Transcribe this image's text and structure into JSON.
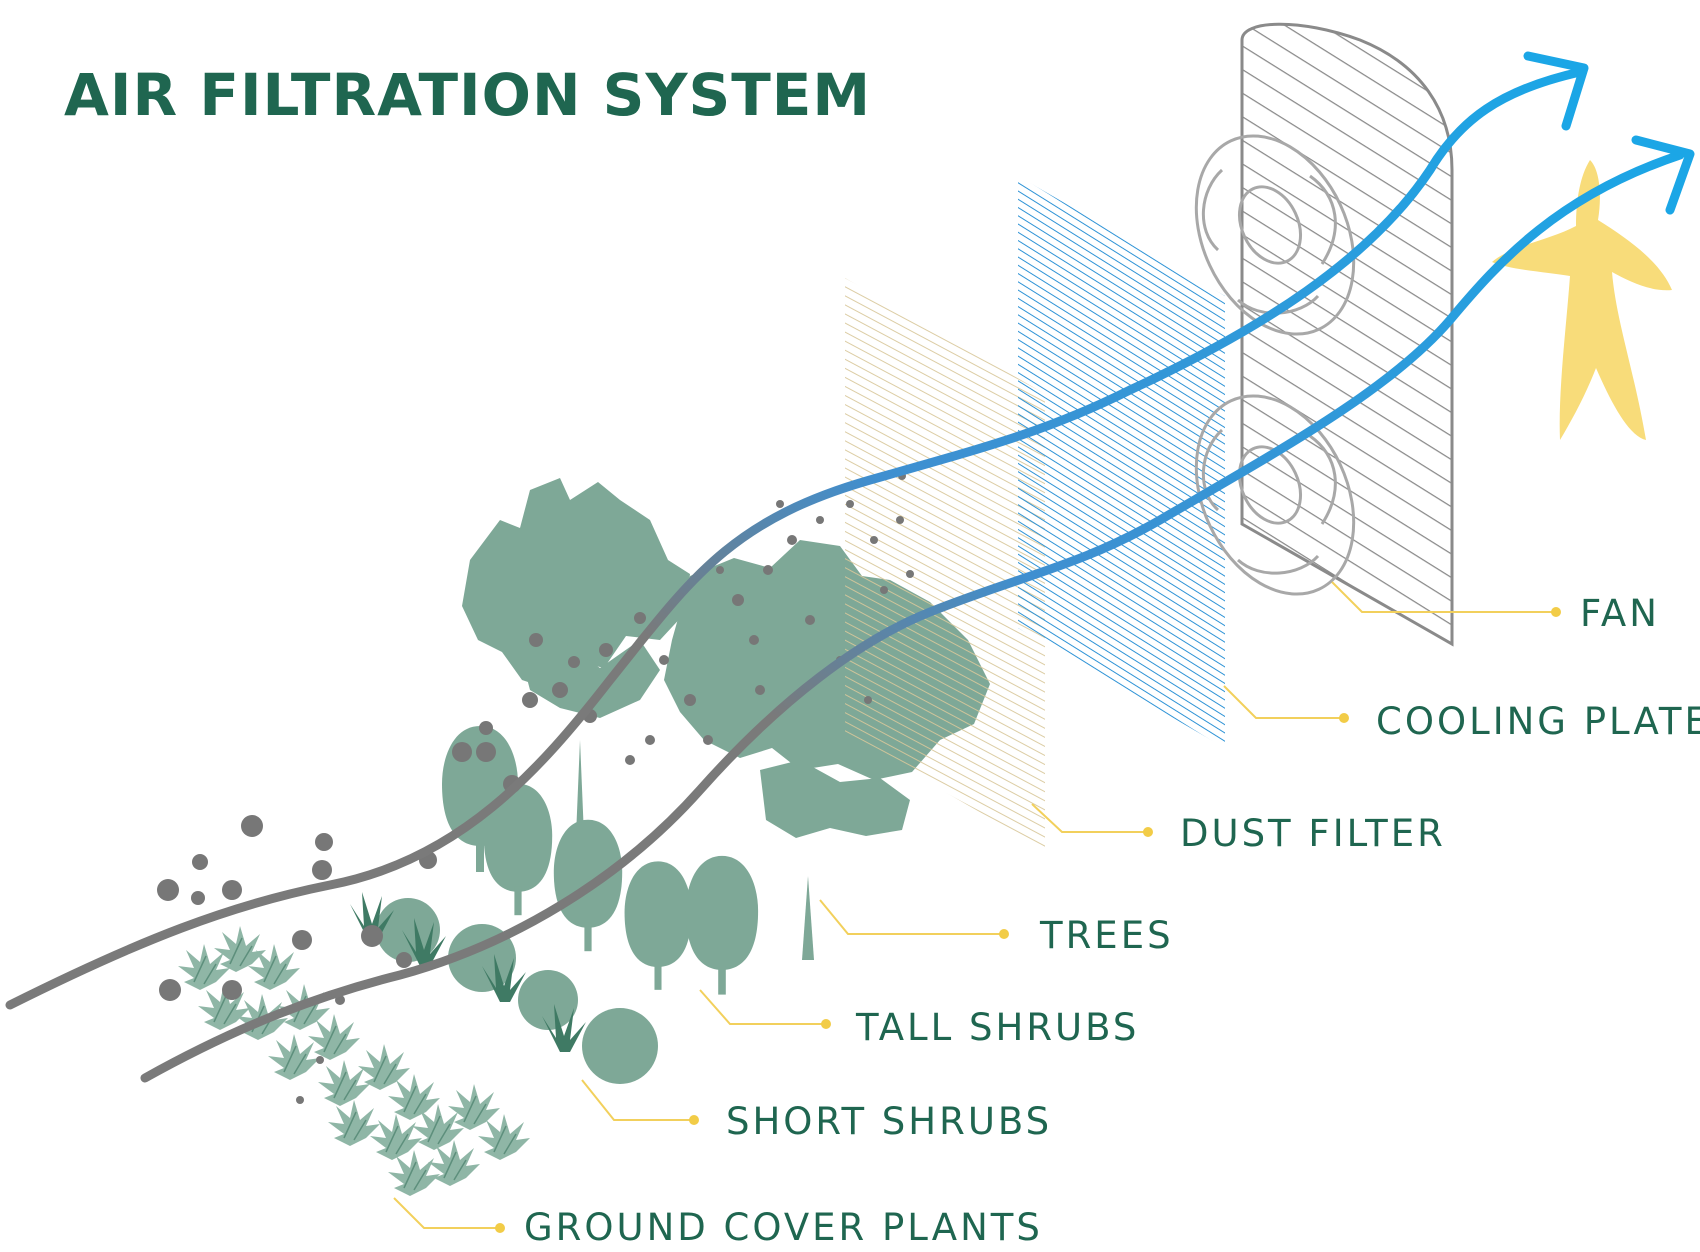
{
  "title": "AIR FILTRATION SYSTEM",
  "labels": {
    "fan": "FAN",
    "cooling_plate": "COOLING PLATE",
    "dust_filter": "DUST FILTER",
    "trees": "TREES",
    "tall_shrubs": "TALL SHRUBS",
    "short_shrubs": "SHORT SHRUBS",
    "ground_cover": "GROUND COVER PLANTS"
  },
  "colors": {
    "title": "#1f6650",
    "label": "#1f6650",
    "leader": "#f2d05c",
    "plant": "#7ea897",
    "plant_dark": "#4f8772",
    "dust_filter": "#d8c79a",
    "cooling_plate": "#2e93d6",
    "clean_air": "#1ba6e6",
    "polluted_air": "#7a7a7a",
    "person": "#f8dc7a",
    "fan_outline": "#a8a8a8"
  },
  "icons": [
    "tree-icon",
    "shrub-icon",
    "fern-icon",
    "fan-icon",
    "person-icon",
    "arrow-icon"
  ]
}
